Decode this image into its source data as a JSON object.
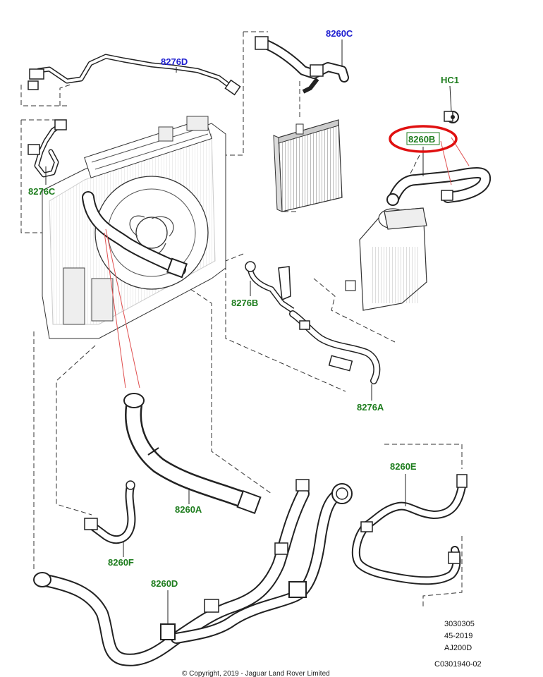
{
  "labels": {
    "p8276D": "8276D",
    "p8260C": "8260C",
    "pHC1": "HC1",
    "p8260B": "8260B",
    "p8276C": "8276C",
    "p8276B": "8276B",
    "p8276A": "8276A",
    "p8260A": "8260A",
    "p8260E": "8260E",
    "p8260F": "8260F",
    "p8260D": "8260D"
  },
  "reference": {
    "line1": "3030305",
    "line2": "45-2019",
    "line3": "AJ200D",
    "line4": "C0301940-02"
  },
  "copyright": "© Copyright, 2019 - Jaguar Land Rover Limited",
  "colors": {
    "blue_label": "#1f1fd0",
    "green_label": "#1e7d1e",
    "highlight": "#e01010",
    "leader": "#e05050",
    "line": "#222222"
  }
}
